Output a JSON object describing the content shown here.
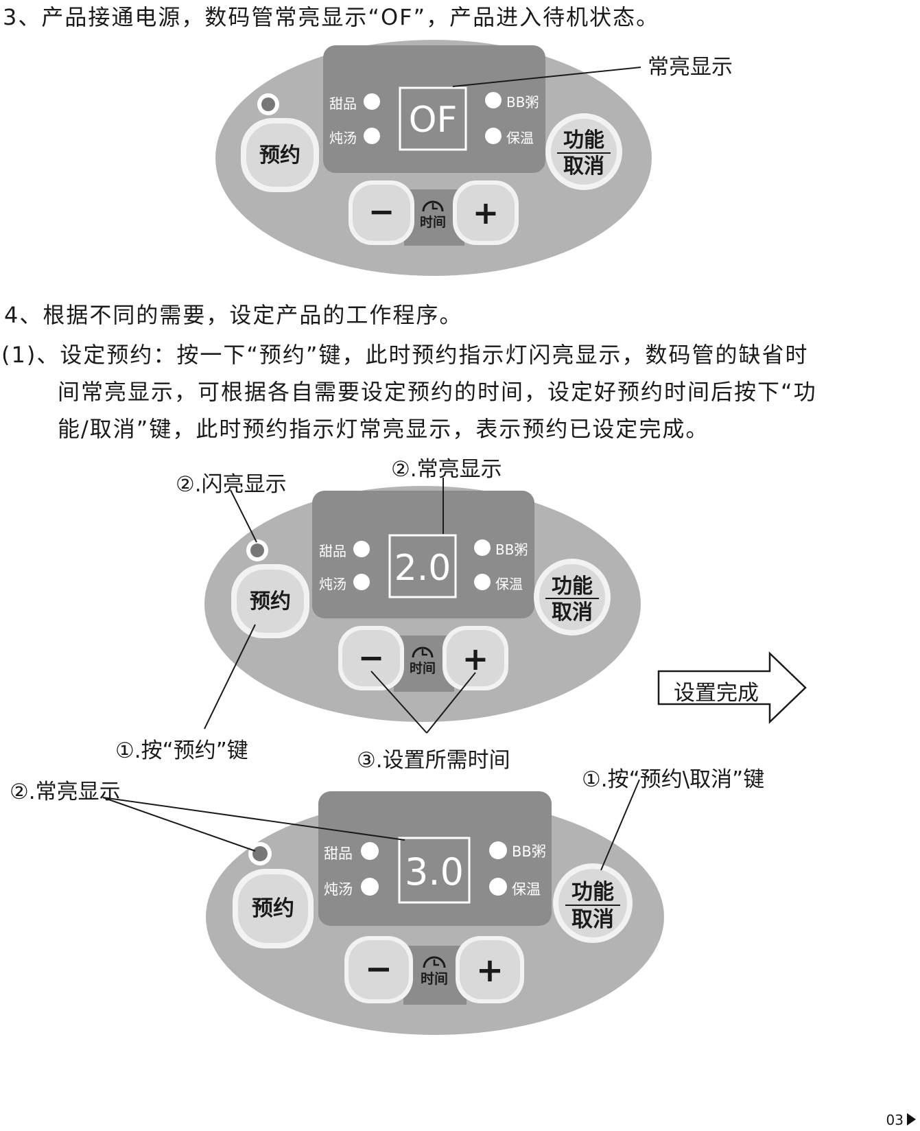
{
  "section3": {
    "text": "3、产品接通电源，数码管常亮显示“OF”，产品进入待机状态。",
    "callout": "常亮显示"
  },
  "section4": {
    "title": "4、根据不同的需要，设定产品的工作程序。",
    "step1_line1": "(1)、设定预约：按一下“预约”键，此时预约指示灯闪亮显示，数码管的缺省时",
    "step1_line2": "间常亮显示，可根据各自需要设定预约的时间，设定好预约时间后按下“功",
    "step1_line3": "能/取消”键，此时预约指示灯常亮显示，表示预约已设定完成。"
  },
  "panel_labels": {
    "reserve": "预约",
    "function_top": "功能",
    "function_bottom": "取消",
    "dessert": "甜品",
    "stew": "炖汤",
    "porridge": "BB粥",
    "keep_warm": "保温",
    "minus": "−",
    "plus": "+",
    "time": "时间"
  },
  "displays": {
    "panel1": "OF",
    "panel2": "2.0",
    "panel3": "3.0"
  },
  "annotations": {
    "flash": "②.闪亮显示",
    "steady_top": "②.常亮显示",
    "press_reserve": "①.按“预约”键",
    "set_time": "③.设置所需时间",
    "setup_done": "设置完成",
    "steady_bottom": "②.常亮显示",
    "press_cancel": "①.按“预约\\取消”键"
  },
  "page": {
    "number": "03"
  },
  "colors": {
    "panel_outer": "#b3b3b3",
    "display_bg": "#8c8c8c",
    "button_face": "#d9d9d9",
    "button_ring": "#f2f2f2"
  }
}
